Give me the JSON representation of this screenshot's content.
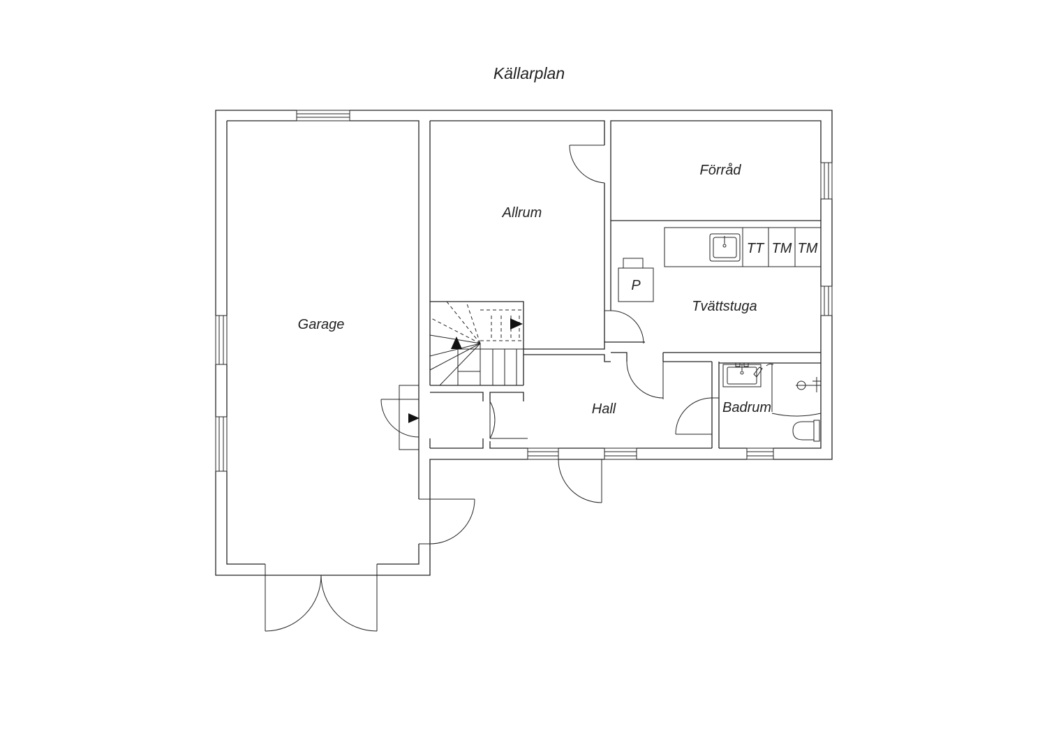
{
  "title": "Källarplan",
  "rooms": {
    "garage": "Garage",
    "allrum": "Allrum",
    "forrad": "Förråd",
    "tvattstuga": "Tvättstuga",
    "hall": "Hall",
    "badrum": "Badrum"
  },
  "fixtures": {
    "tt": "TT",
    "tm1": "TM",
    "tm2": "TM",
    "p": "P"
  },
  "colors": {
    "line": "#222222",
    "background": "#ffffff"
  }
}
